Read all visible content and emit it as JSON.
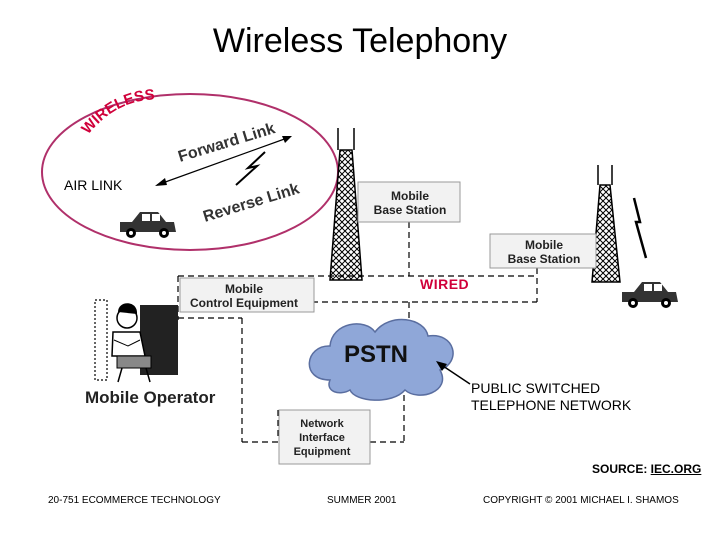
{
  "title": "Wireless Telephony",
  "labels": {
    "wireless": "WIRELESS",
    "forward_link": "Forward Link",
    "reverse_link": "Reverse Link",
    "air_link": "AIR LINK",
    "mobile_base_station_1": [
      "Mobile",
      "Base Station"
    ],
    "mobile_base_station_2": [
      "Mobile",
      "Base Station"
    ],
    "wired": "WIRED",
    "mobile_control_equipment": [
      "Mobile",
      "Control Equipment"
    ],
    "pstn": "PSTN",
    "public_switched_network": [
      "PUBLIC SWITCHED",
      "TELEPHONE NETWORK"
    ],
    "network_interface_equipment": [
      "Network",
      "Interface",
      "Equipment"
    ],
    "mobile_operator": "Mobile Operator"
  },
  "source": {
    "prefix": "SOURCE: ",
    "link": "IEC.ORG"
  },
  "footer": {
    "left": "20-751 ECOMMERCE TECHNOLOGY",
    "middle": "SUMMER 2001",
    "right": "COPYRIGHT © 2001 MICHAEL I. SHAMOS"
  },
  "colors": {
    "ellipse": "#b0306a",
    "wireless_text": "#d0003a",
    "wired_text": "#d0003a",
    "cloud": "#8fa7d8",
    "box_fill": "#f2f2f2"
  }
}
